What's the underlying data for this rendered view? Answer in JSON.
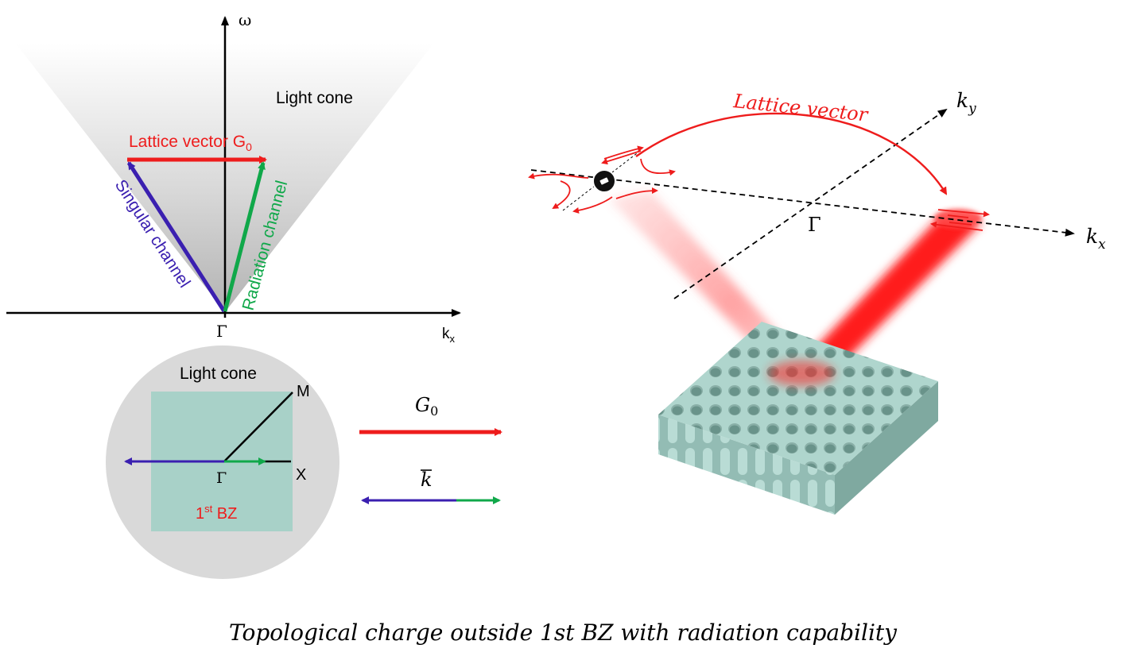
{
  "dispersion": {
    "omega_label": "ω",
    "kx_label": "k",
    "kx_sub": "x",
    "gamma_label": "Γ",
    "light_cone_label": "Light cone",
    "lattice_vector_label": "Lattice vector G",
    "lattice_vector_sub": "0",
    "singular_channel_label": "Singular channel",
    "radiation_channel_label": "Radiation channel"
  },
  "bz": {
    "light_cone_label": "Light cone",
    "m_label": "M",
    "x_label": "X",
    "gamma_label": "Γ",
    "bz_label_pre": "1",
    "bz_label_sup": "st",
    "bz_label_post": " BZ"
  },
  "legend": {
    "g0_label": "G",
    "g0_sub": "0",
    "kbar_label": "k"
  },
  "momentum": {
    "lattice_vector_label": "Lattice vector",
    "ky_label": "k",
    "ky_sub": "y",
    "kx_label": "k",
    "kx_sub": "x",
    "gamma_label": "Γ",
    "charge_symbol": "-"
  },
  "caption": "Topological charge outside 1st BZ with radiation capability",
  "colors": {
    "red": "#ee1c1c",
    "blue": "#3a1fb0",
    "green": "#10a84a",
    "teal": "#a8d1c8",
    "gray": "#d9d9d9"
  }
}
